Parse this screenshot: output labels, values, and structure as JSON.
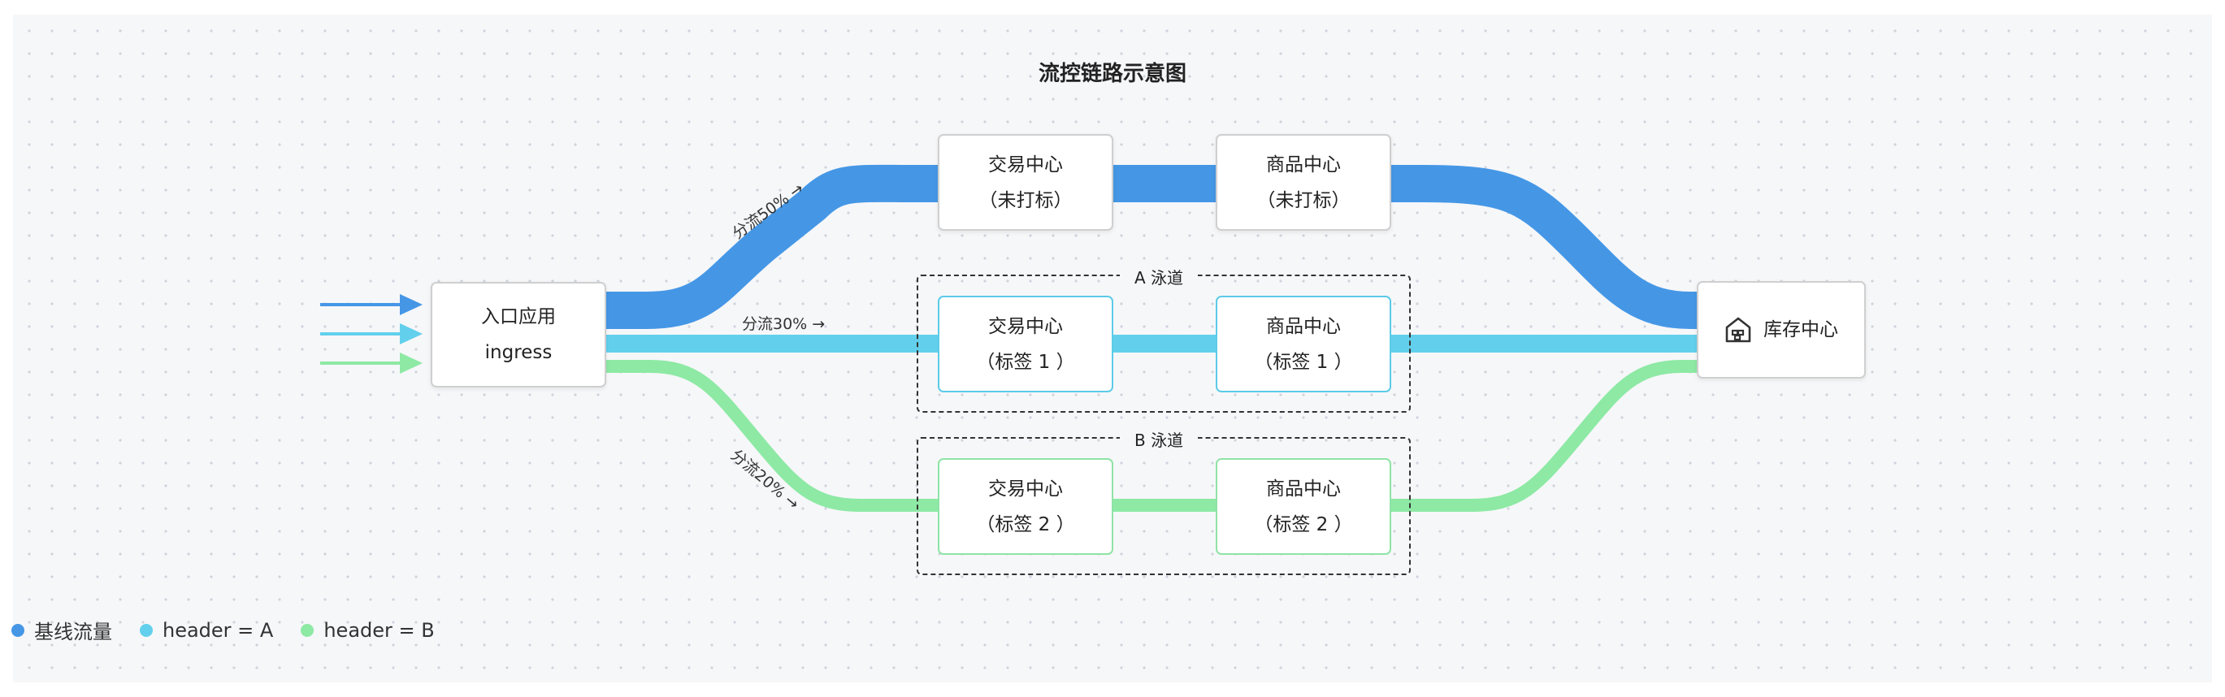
{
  "title": "流控链路示意图",
  "colors": {
    "baseline": "#4597e6",
    "header_a": "#62d0ec",
    "header_b": "#8de9a4",
    "dash_border": "#333333"
  },
  "ingress": {
    "line1": "入口应用",
    "line2": "ingress"
  },
  "storage": {
    "label": "库存中心",
    "icon": "warehouse-icon"
  },
  "untagged": {
    "trade": {
      "line1": "交易中心",
      "line2": "（未打标）"
    },
    "product": {
      "line1": "商品中心",
      "line2": "（未打标）"
    }
  },
  "lane_a": {
    "label": "A 泳道",
    "trade": {
      "line1": "交易中心",
      "line2": "（标签 1 ）"
    },
    "product": {
      "line1": "商品中心",
      "line2": "（标签 1 ）"
    }
  },
  "lane_b": {
    "label": "B 泳道",
    "trade": {
      "line1": "交易中心",
      "line2": "（标签 2 ）"
    },
    "product": {
      "line1": "商品中心",
      "line2": "（标签 2 ）"
    }
  },
  "splits": {
    "baseline": "分流50% →",
    "lane_a": "分流30% →",
    "lane_b": "分流20% →"
  },
  "legend": [
    {
      "label": "基线流量",
      "color": "#4597e6"
    },
    {
      "label": "header = A",
      "color": "#62d0ec"
    },
    {
      "label": "header = B",
      "color": "#8de9a4"
    }
  ]
}
